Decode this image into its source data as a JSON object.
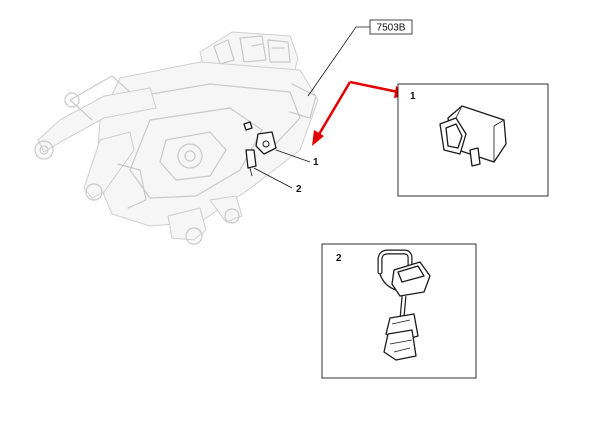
{
  "reference_code": "7503B",
  "callouts": {
    "main_part_1": "1",
    "main_part_2": "2",
    "detail_1_number": "1",
    "detail_2_number": "2"
  },
  "colors": {
    "highlight_arrow": "#e10000",
    "line_art": "#1a1a1a",
    "ghost_assembly": "#c9c9c9"
  }
}
